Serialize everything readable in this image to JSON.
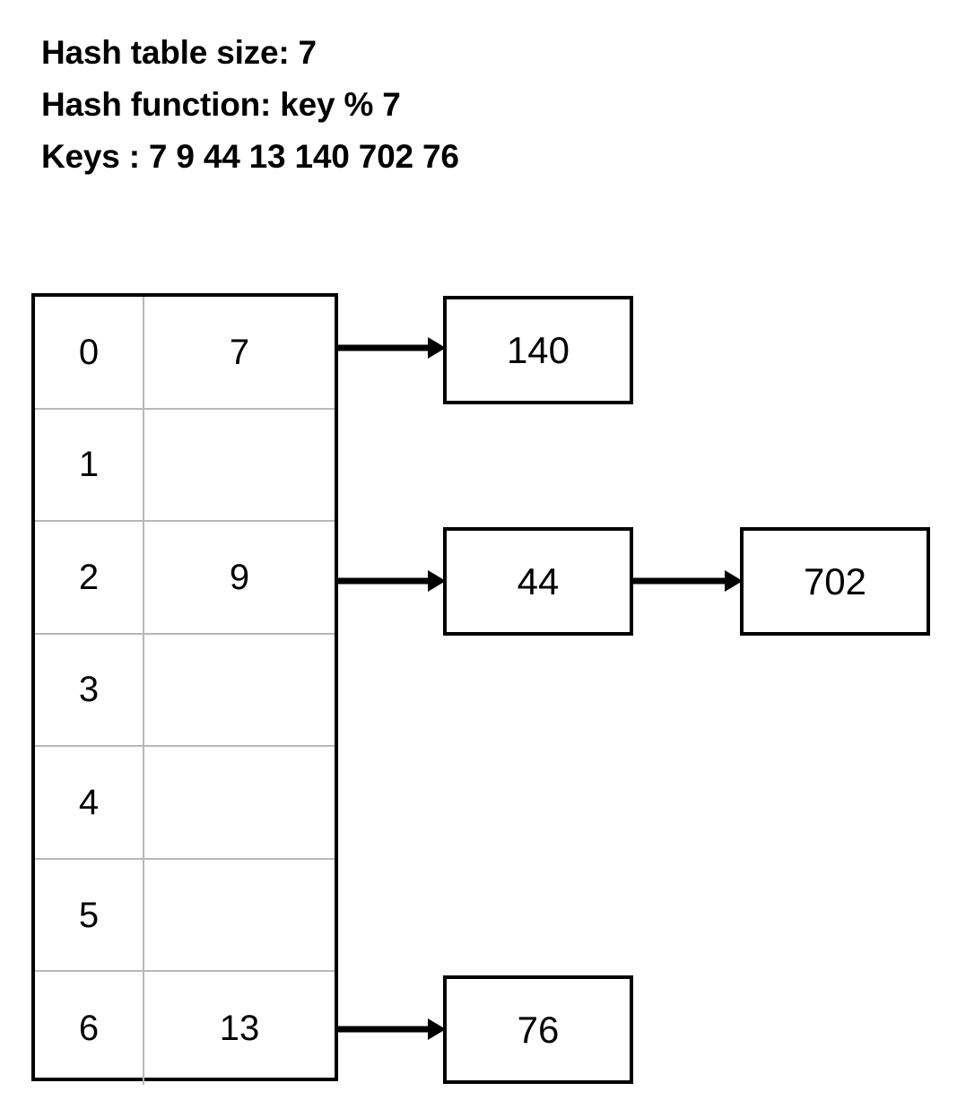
{
  "header": {
    "lines": [
      "Hash table size: 7",
      "Hash function: key % 7",
      "Keys : 7 9 44 13 140 702 76"
    ],
    "table_size": "7",
    "hash_function": "key % 7",
    "keys": [
      "7",
      "9",
      "44",
      "13",
      "140",
      "702",
      "76"
    ]
  },
  "hash_table": {
    "rows": [
      {
        "index": "0",
        "value": "7"
      },
      {
        "index": "1",
        "value": ""
      },
      {
        "index": "2",
        "value": "9"
      },
      {
        "index": "3",
        "value": ""
      },
      {
        "index": "4",
        "value": ""
      },
      {
        "index": "5",
        "value": ""
      },
      {
        "index": "6",
        "value": "13"
      }
    ]
  },
  "chains": {
    "bucket0": [
      "140"
    ],
    "bucket2": [
      "44",
      "702"
    ],
    "bucket6": [
      "76"
    ]
  },
  "nodes": {
    "n140": "140",
    "n44": "44",
    "n702": "702",
    "n76": "76"
  },
  "colors": {
    "outline": "#000000",
    "grid": "#b8b8b8",
    "background": "#ffffff",
    "text": "#000000"
  }
}
